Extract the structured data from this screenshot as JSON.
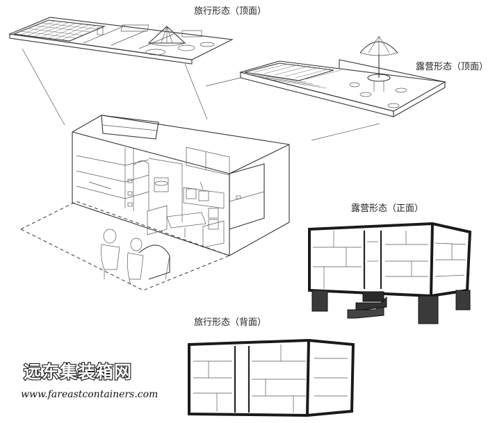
{
  "labels": {
    "travel_top": "旅行形态（顶面）",
    "camping_top": "露营形态（顶面）",
    "camping_front": "露营形态（正面）",
    "travel_back": "旅行形态（背面）"
  },
  "watermark": {
    "brand": "远东集装箱网",
    "url": "www.fareastcontainers.com"
  }
}
